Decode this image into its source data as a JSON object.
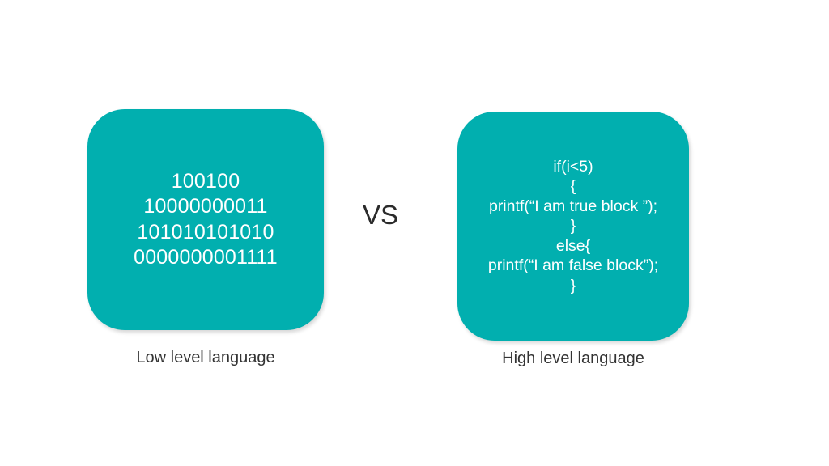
{
  "slide": {
    "background_color": "#ffffff",
    "panel_color": "#01AFAF",
    "panel_text_color": "#ffffff",
    "caption_text_color": "#333333",
    "divider_text_color": "#2b2b2b"
  },
  "divider": {
    "label": "VS"
  },
  "left_panel": {
    "caption": "Low level language",
    "content_type": "binary-machine-code",
    "lines": [
      "100100",
      "10000000011",
      "101010101010",
      "0000000001111"
    ]
  },
  "right_panel": {
    "caption": "High level language",
    "content_type": "c-source-code",
    "lines": [
      "if(i<5)",
      "{",
      "printf(“I am true block ”);",
      "}",
      "else{",
      "printf(“I am false block”);",
      "}"
    ]
  }
}
